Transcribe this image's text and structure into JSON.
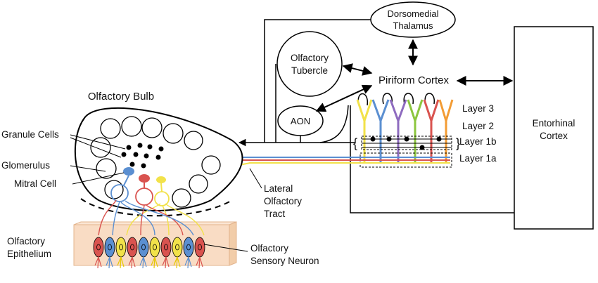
{
  "labels": {
    "dorsomedial_1": "Dorsomedial",
    "dorsomedial_2": "Thalamus",
    "olfactory_tubercle_1": "Olfactory",
    "olfactory_tubercle_2": "Tubercle",
    "piriform_cortex": "Piriform Cortex",
    "aon": "AON",
    "entorhinal_1": "Entorhinal",
    "entorhinal_2": "Cortex",
    "olfactory_bulb": "Olfactory Bulb",
    "granule_cells": "Granule Cells",
    "glomerulus": "Glomerulus",
    "mitral_cell": "Mitral Cell",
    "lateral_1": "Lateral",
    "lateral_2": "Olfactory",
    "lateral_3": "Tract",
    "layer3": "Layer 3",
    "layer2": "Layer 2",
    "layer1b": "Layer 1b",
    "layer1a": "Layer 1a",
    "epithelium_1": "Olfactory",
    "epithelium_2": "Epithelium",
    "osn_1": "Olfactory",
    "osn_2": "Sensory Neuron"
  },
  "colors": {
    "blue": "#5b8fd1",
    "red": "#d9534f",
    "yellow": "#f2e24a",
    "green": "#8cc63f",
    "purple": "#8e6bbf",
    "orange": "#f39c34",
    "tissue": "#f9dcc4"
  }
}
